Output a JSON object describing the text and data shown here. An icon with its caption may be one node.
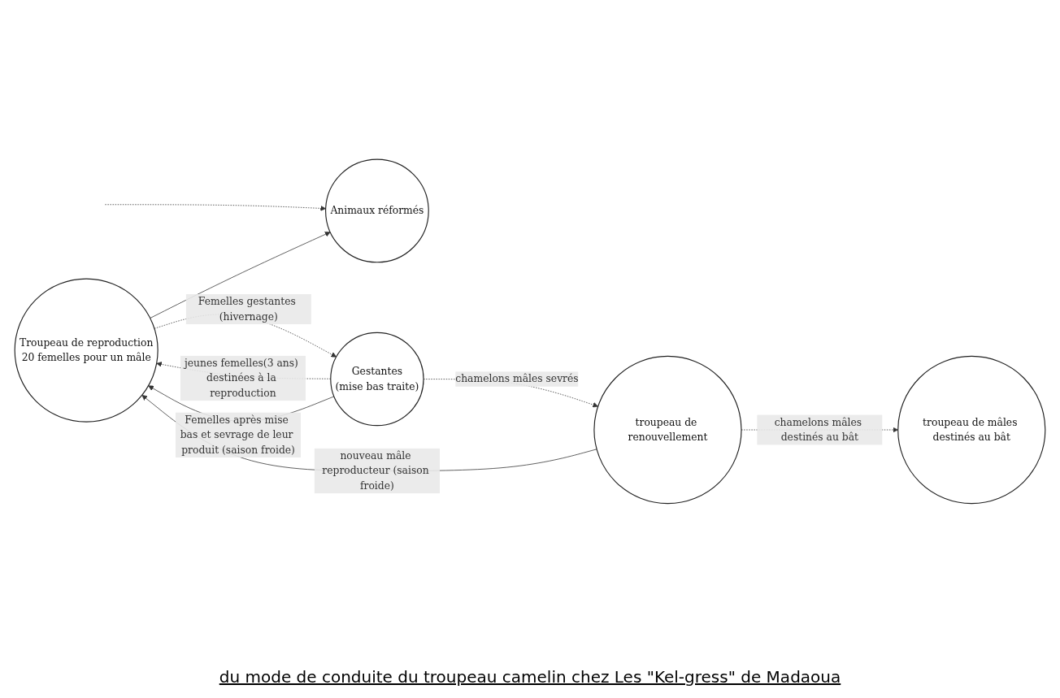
{
  "diagram": {
    "caption": "du mode de conduite du troupeau camelin chez Les \"Kel-gress\" de Madaoua",
    "nodes": [
      {
        "text": [
          "Troupeau de reproduction",
          "20 femelles pour un mâle"
        ]
      },
      {
        "text": [
          "Animaux réformés"
        ]
      },
      {
        "text": [
          "Gestantes",
          "(mise bas traite)"
        ]
      },
      {
        "text": [
          "troupeau de renouvellement"
        ]
      },
      {
        "text": [
          "troupeau de mâles destinés au bât"
        ]
      }
    ],
    "edges": [
      {
        "from": 0,
        "to": 1,
        "arrow": "to"
      },
      {
        "from": null,
        "to": 1,
        "arrow": "to",
        "style": "dashed"
      },
      {
        "from": 0,
        "to": 2,
        "arrow": "to",
        "label": "Femelles gestantes (hivernage)",
        "style": "dashed"
      },
      {
        "from": 2,
        "to": 0,
        "arrow": "to",
        "label": "jeunes femelles(3 ans) destinées à la reproduction",
        "style": "dashed"
      },
      {
        "from": 2,
        "to": 0,
        "arrow": "to",
        "label": "Femelles après mise bas et sevrage de leur produit (saison froide)"
      },
      {
        "from": 2,
        "to": 3,
        "arrow": "to",
        "label": "chamelons mâles sevrés",
        "style": "dashed"
      },
      {
        "from": 3,
        "to": 0,
        "arrow": "to",
        "label": "nouveau mâle reproducteur (saison froide)"
      },
      {
        "from": 3,
        "to": 4,
        "arrow": "to",
        "label": "chamelons mâles destinés au bât",
        "style": "dashed"
      }
    ]
  }
}
